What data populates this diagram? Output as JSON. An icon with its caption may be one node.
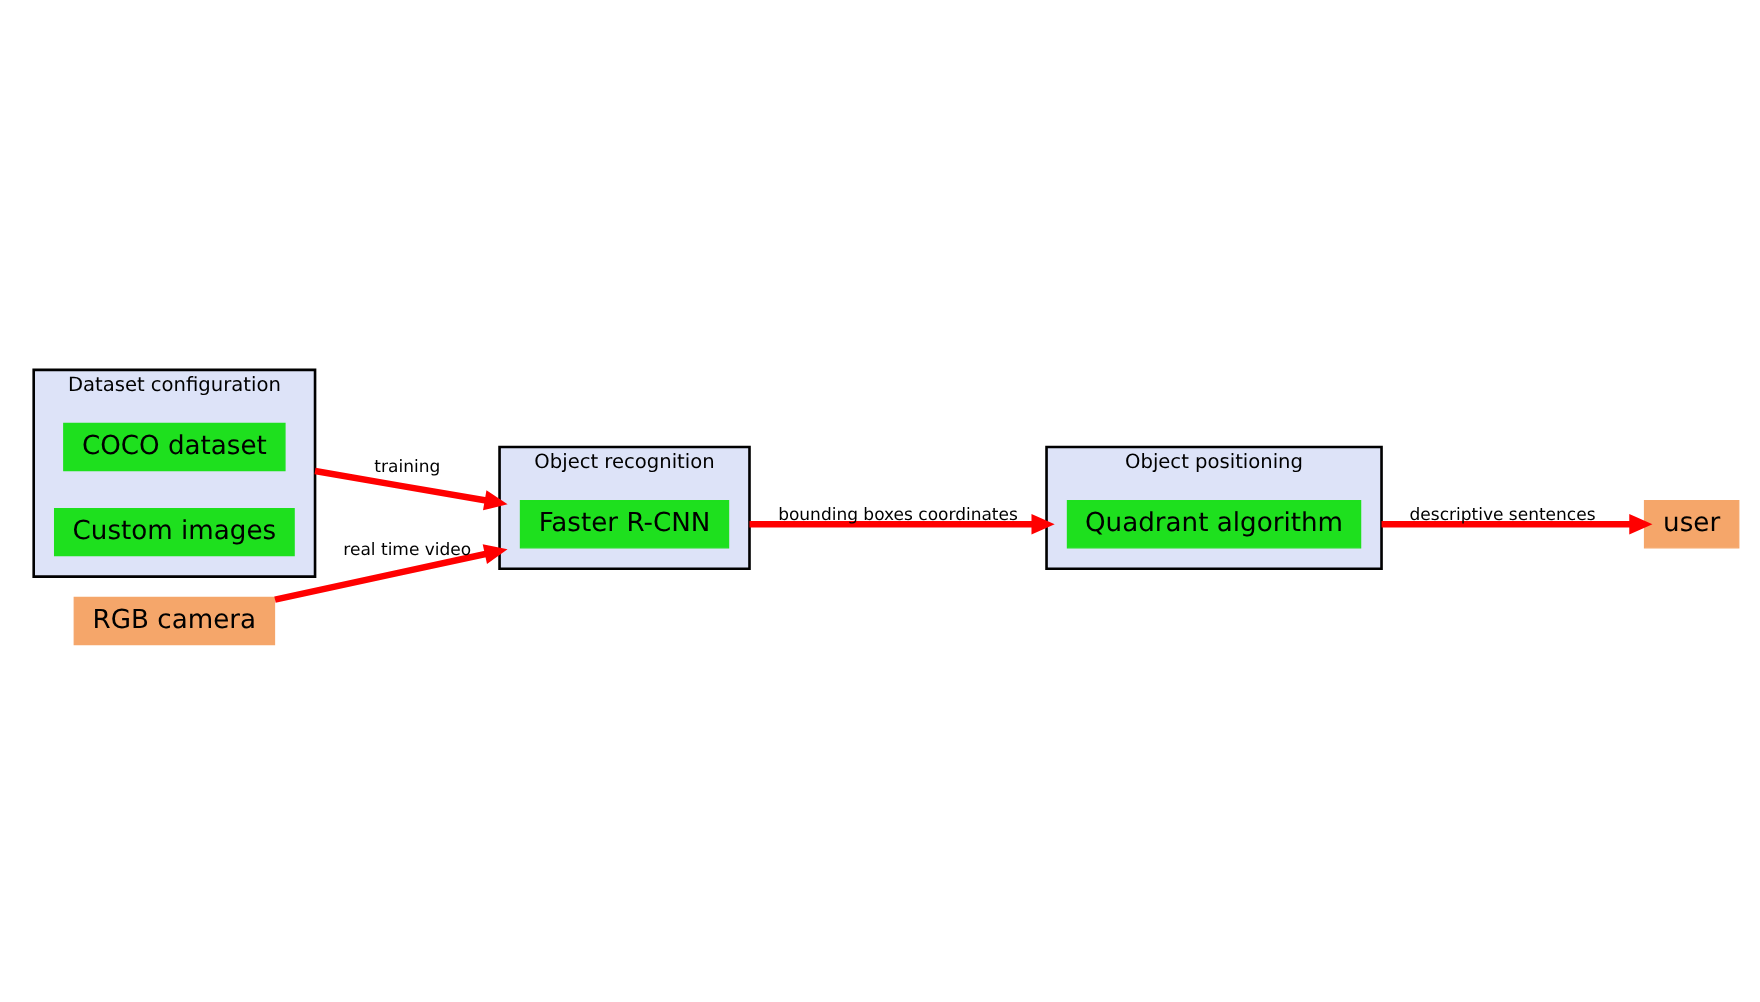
{
  "diagram": {
    "nodes": [
      {
        "text": [
          "Dataset configuration"
        ]
      },
      {
        "text": [
          "COCO dataset"
        ],
        "in": 0
      },
      {
        "text": [
          "Custom images"
        ],
        "in": 0
      },
      {
        "text": [
          "Object recognition"
        ]
      },
      {
        "text": [
          "Faster R-CNN"
        ],
        "in": 3
      },
      {
        "text": [
          "RGB camera"
        ]
      },
      {
        "text": [
          "Object positioning"
        ]
      },
      {
        "text": [
          "Quadrant algorithm"
        ],
        "in": 6
      },
      {
        "text": [
          "user"
        ]
      }
    ],
    "edges": [
      {
        "from": 0,
        "to": 3,
        "arrow": "to",
        "label": "training"
      },
      {
        "from": 5,
        "to": 3,
        "arrow": "to",
        "label": "real time video"
      },
      {
        "from": 3,
        "to": 6,
        "arrow": "to",
        "label": "bounding boxes coordinates"
      },
      {
        "from": 6,
        "to": 8,
        "arrow": "to",
        "label": "descriptive sentences"
      }
    ]
  }
}
